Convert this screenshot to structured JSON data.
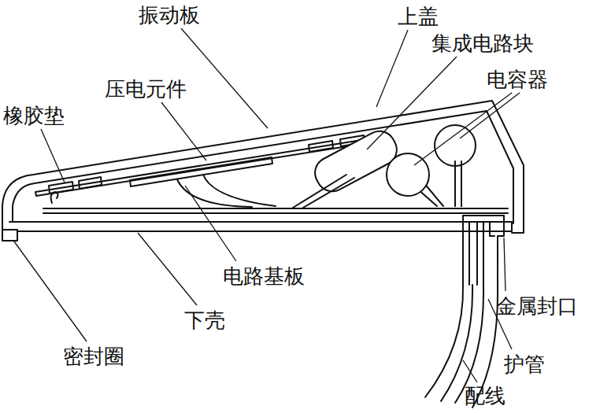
{
  "diagram": {
    "labels": [
      "振动板",
      "上盖",
      "集成电路块",
      "电容器",
      "压电元件",
      "橡胶垫",
      "电路基板",
      "下壳",
      "密封圈",
      "金属封口",
      "护管",
      "配线"
    ]
  }
}
